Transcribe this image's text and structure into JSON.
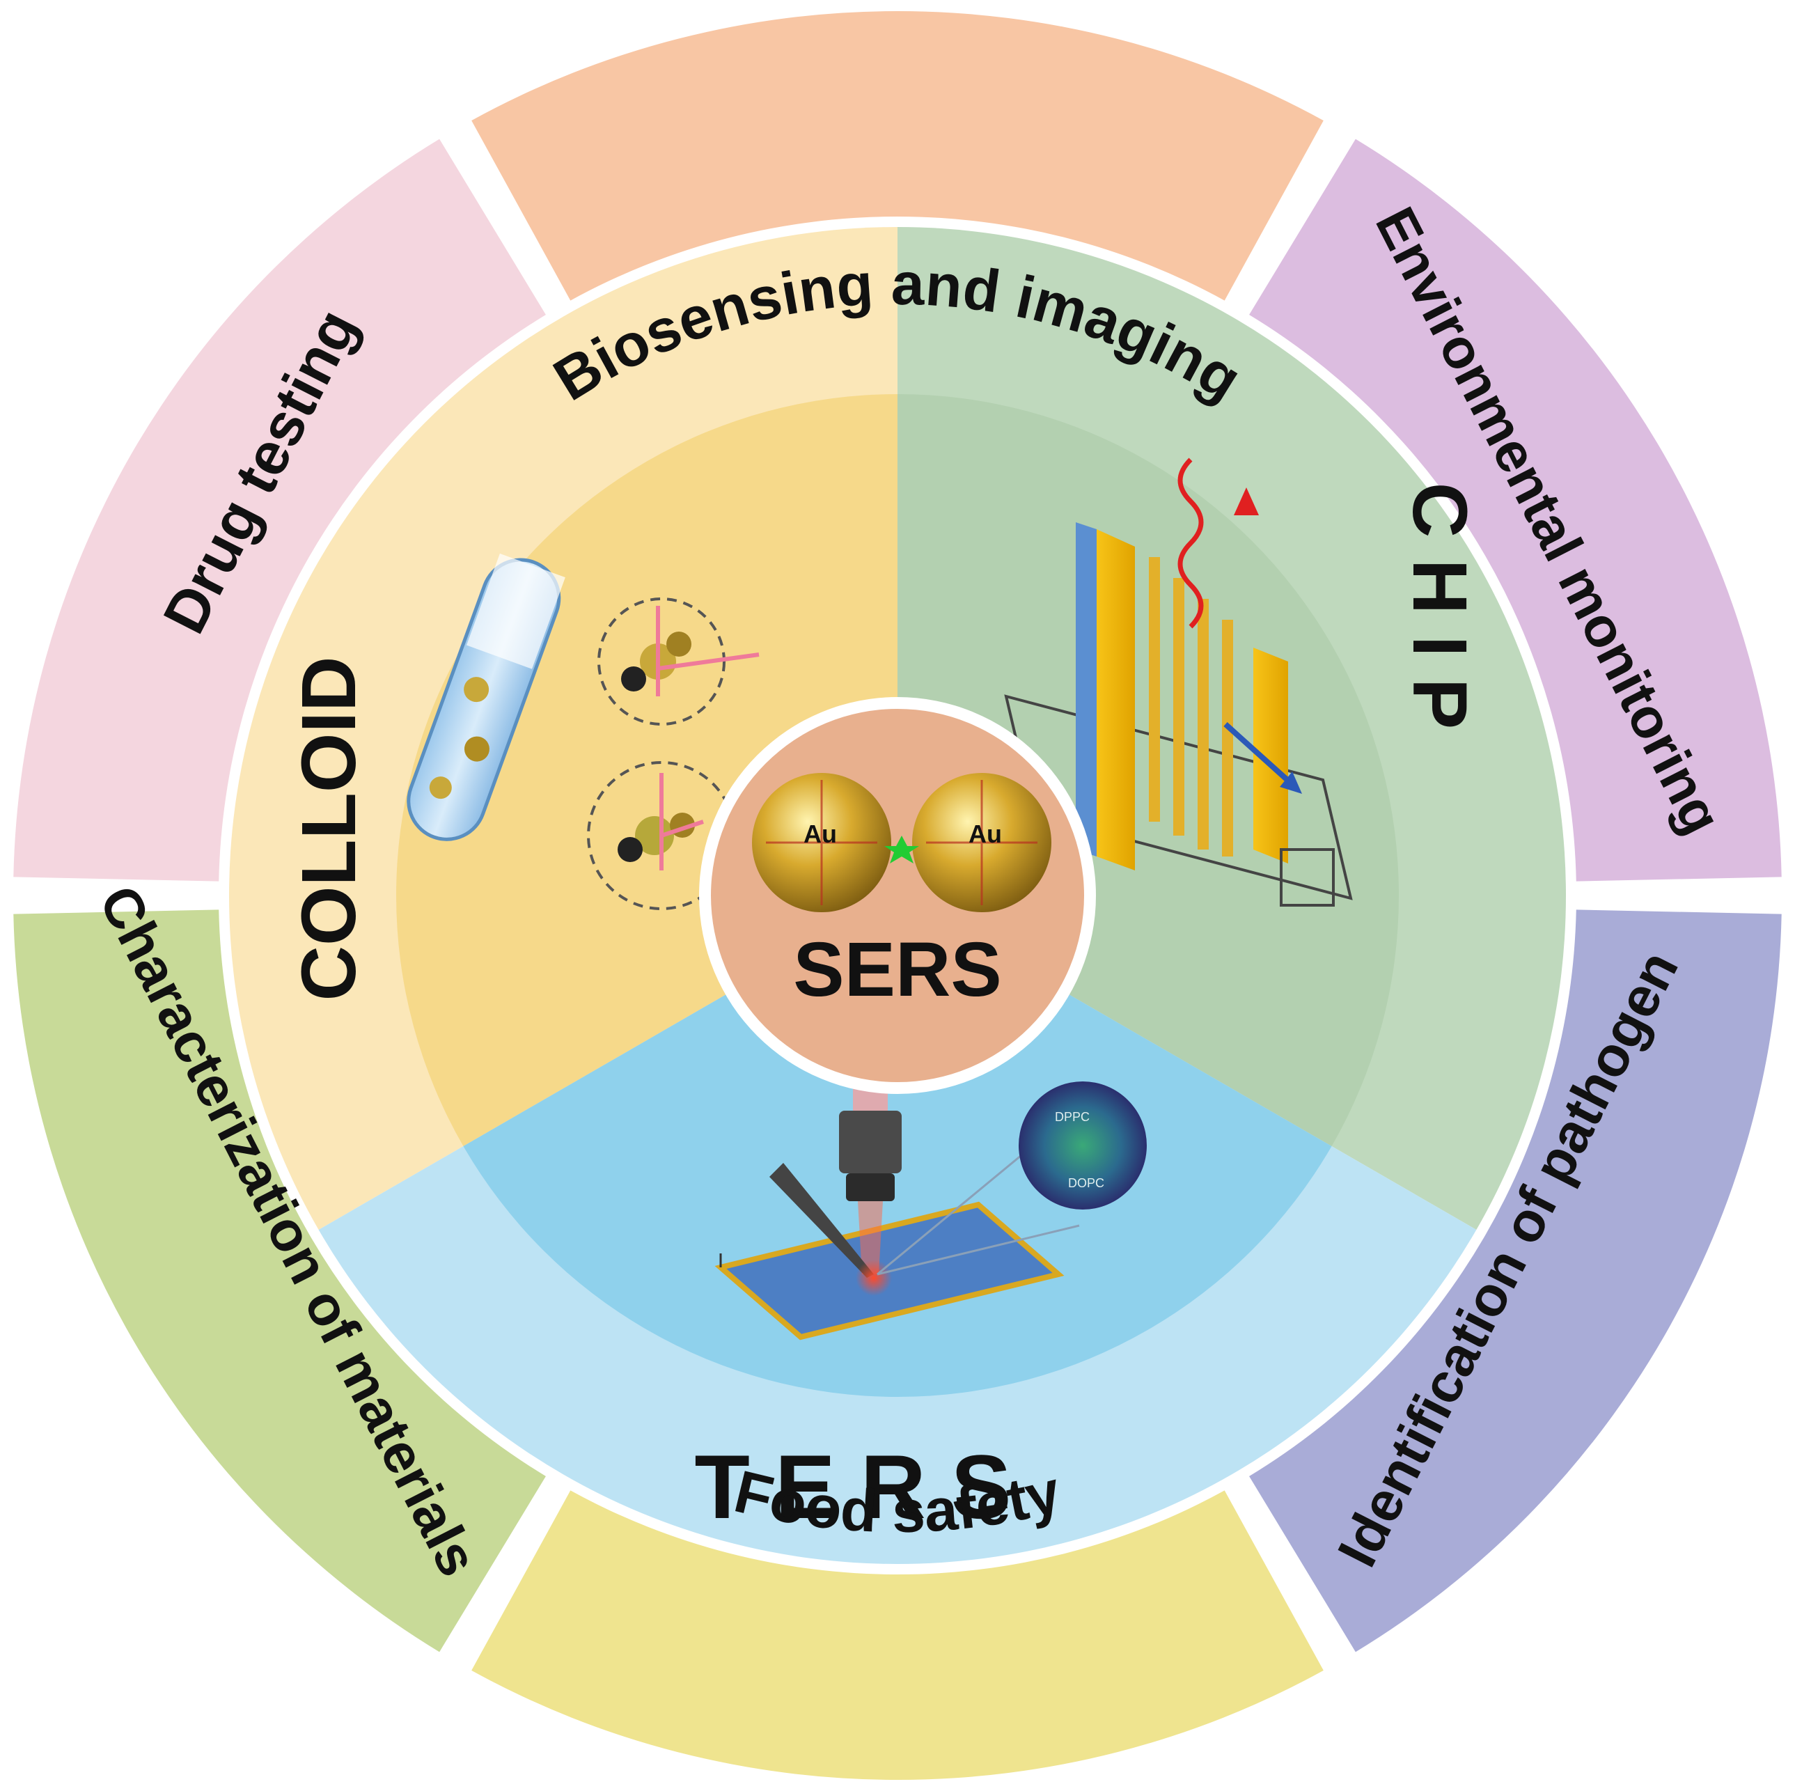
{
  "center": {
    "title": "SERS",
    "particle_label_left": "Au",
    "particle_label_right": "Au",
    "color": "#e8b08e"
  },
  "sectors": [
    {
      "id": "colloid",
      "label": "COLLOID",
      "outer_color": "#fbe7b8",
      "inner_color": "#f6d98a"
    },
    {
      "id": "chip",
      "label": "C H I P",
      "outer_color": "#bfd9bd",
      "inner_color": "#b3d0b0"
    },
    {
      "id": "ters",
      "label": "T E R S",
      "outer_color": "#bde3f4",
      "inner_color": "#8fd1ec"
    }
  ],
  "applications": [
    {
      "id": "biosensing",
      "label": "Biosensing and imaging",
      "color": "#f8c6a4"
    },
    {
      "id": "environmental",
      "label": "Environmental monitoring",
      "color": "#dcbde0"
    },
    {
      "id": "pathogen",
      "label": "Identification of pathogen",
      "color": "#a9acd7"
    },
    {
      "id": "food",
      "label": "Food safety",
      "color": "#efe48f"
    },
    {
      "id": "materials",
      "label": "Characterization of materials",
      "color": "#c8da98"
    },
    {
      "id": "drug",
      "label": "Drug testing",
      "color": "#f4d6df"
    }
  ],
  "ters_map": {
    "label_top": "DPPC",
    "label_bottom": "DOPC"
  },
  "icons": {
    "test_tube": "test-tube-icon",
    "chip_device": "chip-device-icon",
    "microscope_objective": "objective-lens-icon",
    "tip": "ters-tip-icon"
  }
}
